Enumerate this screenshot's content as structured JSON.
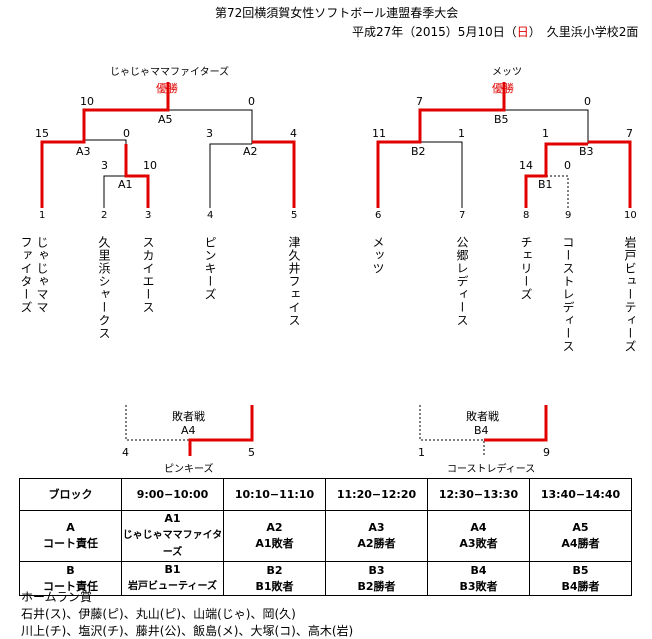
{
  "header": {
    "title": "第72回横須賀女性ソフトボール連盟春季大会",
    "date_prefix": "平成27年（2015）5月10日（",
    "date_day": "日",
    "date_suffix": "）　久里浜小学校2面"
  },
  "colors": {
    "winner_line": "#e00000",
    "line": "#000000",
    "accent_text": "#e00000"
  },
  "bracket_left": {
    "champion_team": "じゃじゃママファイターズ",
    "champion_label": "優勝",
    "final": {
      "id": "A5",
      "score_left": "10",
      "score_right": "0"
    },
    "semi_left": {
      "id": "A3",
      "score_left": "15",
      "score_right": "0"
    },
    "first": {
      "id": "A1",
      "score_left": "3",
      "score_right": "10"
    },
    "semi_right": {
      "id": "A2",
      "score_left": "3",
      "score_right": "4"
    },
    "teams": [
      {
        "no": "1",
        "name": "じゃじゃママ",
        "name2": "ファイターズ"
      },
      {
        "no": "2",
        "name": "久里浜シャークス"
      },
      {
        "no": "3",
        "name": "スカイエース"
      },
      {
        "no": "4",
        "name": "ピンキーズ"
      },
      {
        "no": "5",
        "name": "津久井フェイス"
      }
    ]
  },
  "bracket_right": {
    "champion_team": "メッツ",
    "champion_label": "優勝",
    "final": {
      "id": "B5",
      "score_left": "7",
      "score_right": "0"
    },
    "semi_left": {
      "id": "B2",
      "score_left": "11",
      "score_right": "1"
    },
    "first": {
      "id": "B1",
      "score_left": "14",
      "score_right": "0"
    },
    "semi_right": {
      "id": "B3",
      "score_left": "1",
      "score_right": "7"
    },
    "teams": [
      {
        "no": "6",
        "name": "メッツ"
      },
      {
        "no": "7",
        "name": "公郷レディース"
      },
      {
        "no": "8",
        "name": "チェリーズ"
      },
      {
        "no": "9",
        "name": "コーストレディース"
      },
      {
        "no": "10",
        "name": "岩戸ビューティーズ"
      }
    ]
  },
  "consolation_left": {
    "label": "敗者戦",
    "id": "A4",
    "left_no": "4",
    "right_no": "5",
    "winner": "ピンキーズ"
  },
  "consolation_right": {
    "label": "敗者戦",
    "id": "B4",
    "left_no": "1",
    "right_no": "9",
    "winner": "コーストレディース"
  },
  "schedule": {
    "header": [
      "ブロック",
      "9:00−10:00",
      "10:10−11:10",
      "11:20−12:20",
      "12:30−13:30",
      "13:40−14:40"
    ],
    "rows": [
      {
        "block": "A",
        "duty": "コート責任",
        "games": [
          "A1",
          "A2",
          "A3",
          "A4",
          "A5"
        ],
        "duties": [
          "じゃじゃママファイターズ",
          "A1敗者",
          "A2勝者",
          "A3敗者",
          "A4勝者"
        ]
      },
      {
        "block": "B",
        "duty": "コート責任",
        "games": [
          "B1",
          "B2",
          "B3",
          "B4",
          "B5"
        ],
        "duties": [
          "岩戸ビューティーズ",
          "B1敗者",
          "B2勝者",
          "B3敗者",
          "B4勝者"
        ]
      }
    ]
  },
  "homerun": {
    "title": "ホームラン賞",
    "line1": "石井(ス)、伊藤(ピ)、丸山(ピ)、山端(じゃ)、岡(久)",
    "line2": "川上(チ)、塩沢(チ)、藤井(公)、飯島(メ)、大塚(コ)、高木(岩)"
  }
}
